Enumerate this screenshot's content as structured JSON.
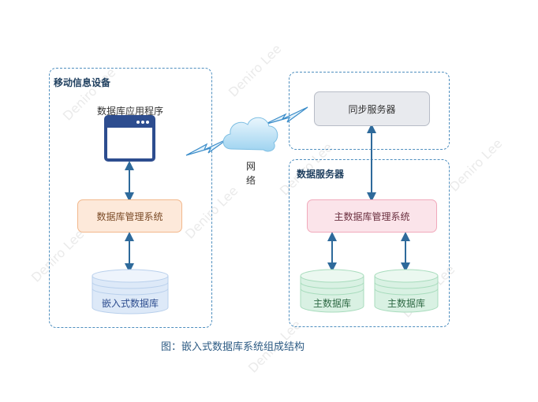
{
  "watermark": "Deniro Lee",
  "mobile_device": {
    "title": "移动信息设备",
    "app_label": "数据库应用程序",
    "dbms_label": "数据库管理系统",
    "db_label": "嵌入式数据库"
  },
  "network": {
    "label_line1": "网",
    "label_line2": "络"
  },
  "sync_server": {
    "label": "同步服务器"
  },
  "data_server": {
    "title": "数据服务器",
    "dbms_label": "主数据库管理系统",
    "db1_label": "主数据库",
    "db2_label": "主数据库"
  },
  "caption": "图：嵌入式数据库系统组成结构",
  "colors": {
    "group_border": "#4f8fbf",
    "arrow": "#2e6a9b",
    "dbms_fill": "#fde9da",
    "dbms_stroke": "#f2b88c",
    "main_dbms_fill": "#fbe4ea",
    "main_dbms_stroke": "#f1a9bb",
    "embedded_db_fill": "#dde9f8",
    "main_db_fill": "#d9f1e3",
    "sync_fill": "#e8eaee",
    "window_icon": "#2d4d8f"
  }
}
